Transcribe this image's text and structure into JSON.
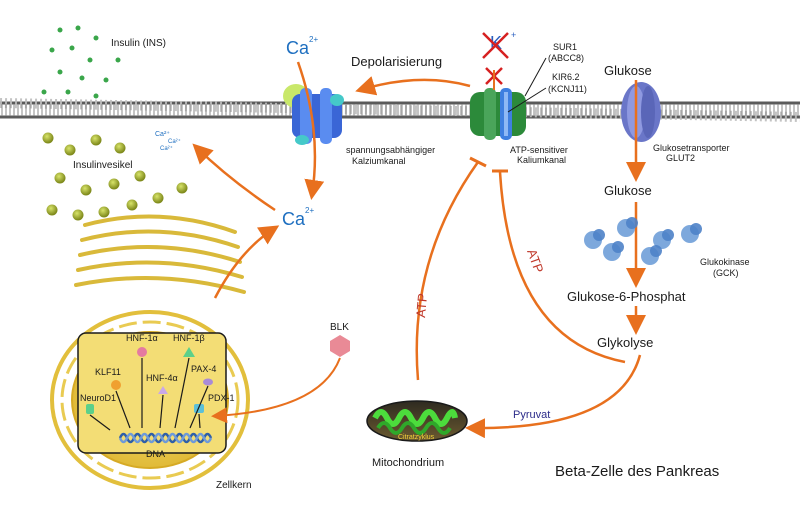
{
  "labels": {
    "insulin": "Insulin (INS)",
    "insulinvesikel": "Insulinvesikel",
    "ca_top": "Ca",
    "ca_top_sup": "2+",
    "ca_mid": "Ca",
    "ca_mid_sup": "2+",
    "ca_small": "Ca²⁺",
    "depolarisierung": "Depolarisierung",
    "k_ion": "K",
    "k_sup": "+",
    "sur1_a": "SUR1",
    "sur1_b": "(ABCC8)",
    "kir_a": "KIR6.2",
    "kir_b": "(KCNJ11)",
    "ca_channel_a": "spannungsabhängiger",
    "ca_channel_b": "Kalziumkanal",
    "katp_a": "ATP-sensitiver",
    "katp_b": "Kaliumkanal",
    "glukose_top": "Glukose",
    "glut_a": "Glukosetransporter",
    "glut_b": "GLUT2",
    "glukose_mid": "Glukose",
    "gck_a": "Glukokinase",
    "gck_b": "(GCK)",
    "g6p": "Glukose-6-Phosphat",
    "glykolyse": "Glykolyse",
    "pyruvat": "Pyruvat",
    "atp_left": "ATP",
    "atp_right": "ATP",
    "citrat": "Citratzyklus",
    "mito": "Mitochondrium",
    "blk": "BLK",
    "hnf1a": "HNF-1α",
    "hnf1b": "HNF-1β",
    "klf11": "KLF11",
    "hnf4a": "HNF-4α",
    "pax4": "PAX-4",
    "neurod1": "NeuroD1",
    "pdx1": "PDX-1",
    "dna": "DNA",
    "zellkern": "Zellkern",
    "title": "Beta-Zelle des Pankreas"
  },
  "colors": {
    "arrow": "#e8701e",
    "membrane": "#4a4a4a",
    "nucleus": "#e8c43a",
    "atp_text": "#c0392b",
    "pyruvat_text": "#2c2c8a",
    "ca_text": "#1e6fc0",
    "blocked": "#d62020"
  }
}
